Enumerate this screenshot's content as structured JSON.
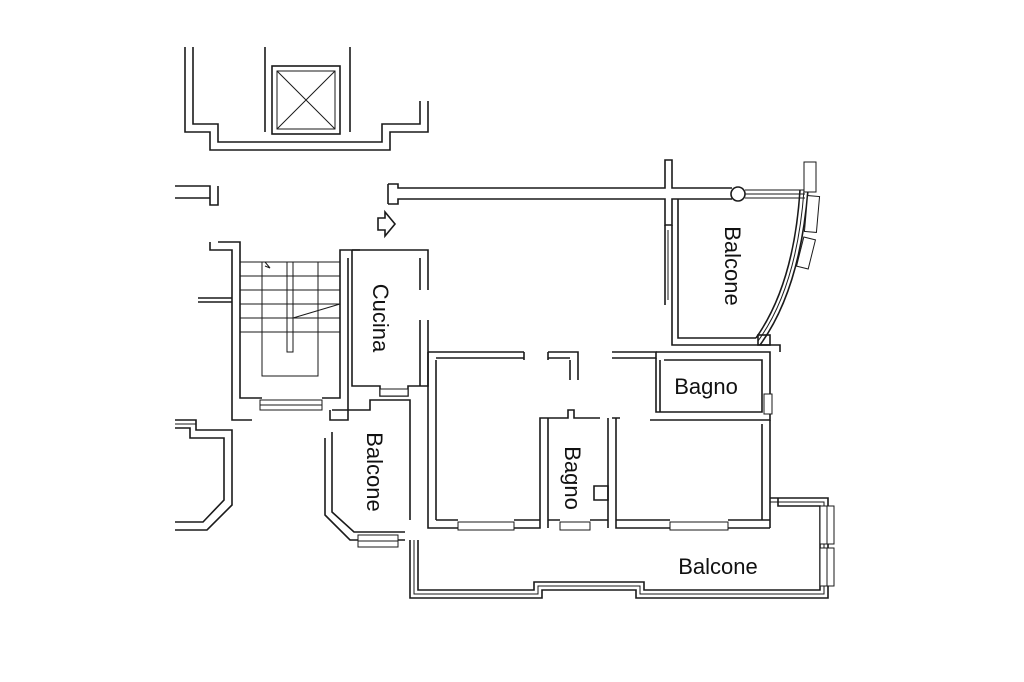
{
  "plan": {
    "rooms": {
      "balcone_right": "Balcone",
      "cucina": "Cucina",
      "bagno_upper": "Bagno",
      "balcone_left": "Balcone",
      "bagno_lower": "Bagno",
      "balcone_bottom": "Balcone"
    },
    "colors": {
      "line": "#1a1a1a",
      "background": "#ffffff"
    }
  }
}
